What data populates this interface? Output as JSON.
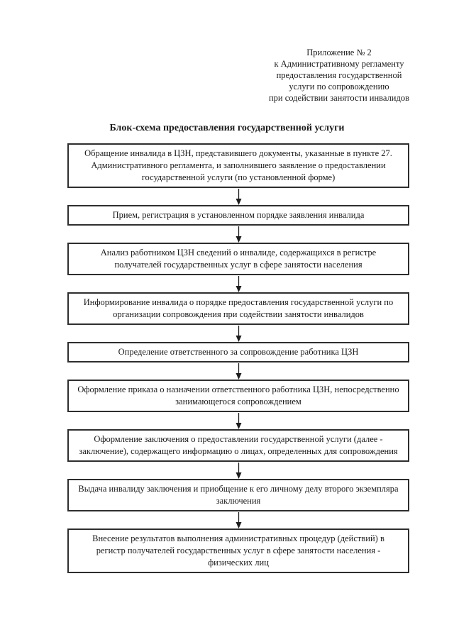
{
  "header": {
    "lines": [
      "Приложение № 2",
      "к Административному регламенту",
      "предоставления государственной",
      "услуги по сопровождению",
      "при содействии занятости инвалидов"
    ]
  },
  "title": "Блок-схема предоставления государственной услуги",
  "flowchart": {
    "steps": [
      {
        "text": "Обращение инвалида в ЦЗН, представившего документы, указанные в пункте 27. Административного регламента, и заполнившего заявление о предоставлении государственной услуги (по установленной форме)"
      },
      {
        "text": "Прием, регистрация в установленном порядке заявления инвалида"
      },
      {
        "text": "Анализ работником ЦЗН сведений о инвалиде, содержащихся в регистре получателей государственных услуг в сфере занятости населения"
      },
      {
        "text": "Информирование инвалида о порядке предоставления государственной услуги по организации сопровождения при содействии занятости инвалидов"
      },
      {
        "text": "Определение ответственного за сопровождение работника ЦЗН"
      },
      {
        "text": "Оформление приказа о назначении ответственного работника ЦЗН, непосредственно занимающегося сопровождением"
      },
      {
        "text": "Оформление заключения о предоставлении государственной услуги (далее - заключение), содержащего информацию о лицах, определенных для сопровождения"
      },
      {
        "text": "Выдача инвалиду заключения и приобщение к его личному делу второго экземпляра заключения"
      },
      {
        "text": "Внесение результатов выполнения административных процедур (действий) в регистр получателей государственных услуг в сфере занятости населения - физических лиц"
      }
    ]
  },
  "colors": {
    "background": "#ffffff",
    "text": "#1a1a1a",
    "box_border": "#2e2e2e",
    "arrow": "#1d1d1d"
  }
}
